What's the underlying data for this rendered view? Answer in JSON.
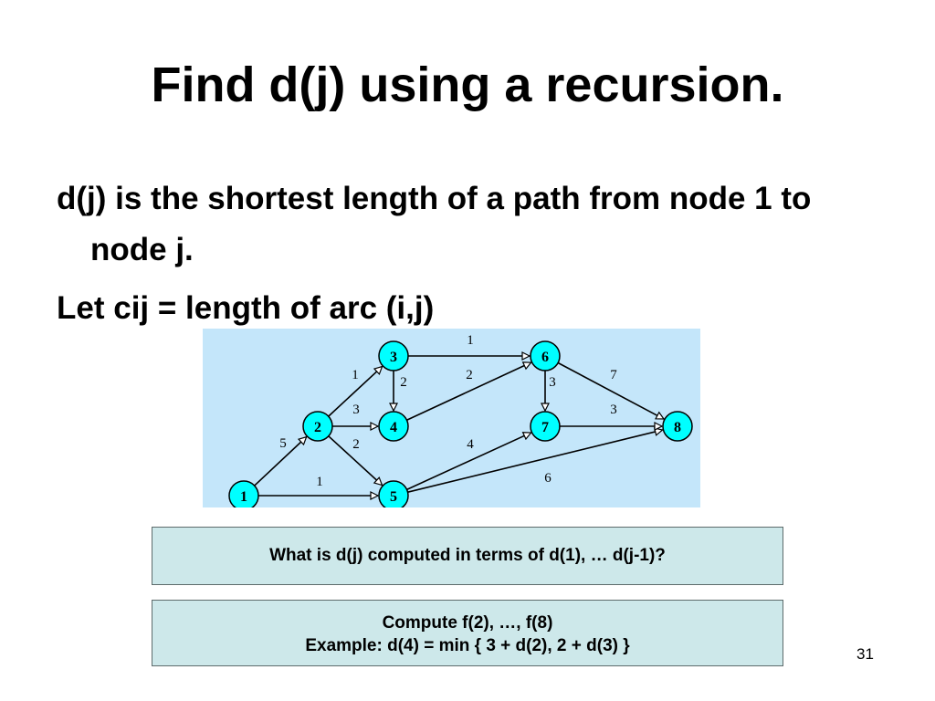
{
  "slide": {
    "title": "Find d(j) using a recursion.",
    "bullets": [
      "d(j) is the shortest length of a path from node 1 to node j.",
      "Let cij = length of arc (i,j)"
    ],
    "page_number": "31"
  },
  "graph": {
    "background_color": "#c4e6fa",
    "node_color": "#00ffff",
    "nodes": [
      {
        "id": "1",
        "label": "1"
      },
      {
        "id": "2",
        "label": "2"
      },
      {
        "id": "3",
        "label": "3"
      },
      {
        "id": "4",
        "label": "4"
      },
      {
        "id": "5",
        "label": "5"
      },
      {
        "id": "6",
        "label": "6"
      },
      {
        "id": "7",
        "label": "7"
      },
      {
        "id": "8",
        "label": "8"
      }
    ],
    "arcs": [
      {
        "from": "1",
        "to": "2",
        "length": "5"
      },
      {
        "from": "1",
        "to": "5",
        "length": "1"
      },
      {
        "from": "2",
        "to": "3",
        "length": "1"
      },
      {
        "from": "2",
        "to": "4",
        "length": "3"
      },
      {
        "from": "2",
        "to": "5",
        "length": "2"
      },
      {
        "from": "3",
        "to": "4",
        "length": "2"
      },
      {
        "from": "3",
        "to": "6",
        "length": "1"
      },
      {
        "from": "4",
        "to": "6",
        "length": "2"
      },
      {
        "from": "5",
        "to": "7",
        "length": "4"
      },
      {
        "from": "5",
        "to": "8",
        "length": "6"
      },
      {
        "from": "6",
        "to": "7",
        "length": "3"
      },
      {
        "from": "6",
        "to": "8",
        "length": "7"
      },
      {
        "from": "7",
        "to": "8",
        "length": "3"
      }
    ]
  },
  "callouts": {
    "question": "What is d(j) computed in terms of d(1), … d(j-1)?",
    "task_line1": "Compute f(2), …, f(8)",
    "task_line2": "Example: d(4) = min { 3 + d(2), 2 + d(3) }",
    "fill_color": "#cde8ea"
  }
}
